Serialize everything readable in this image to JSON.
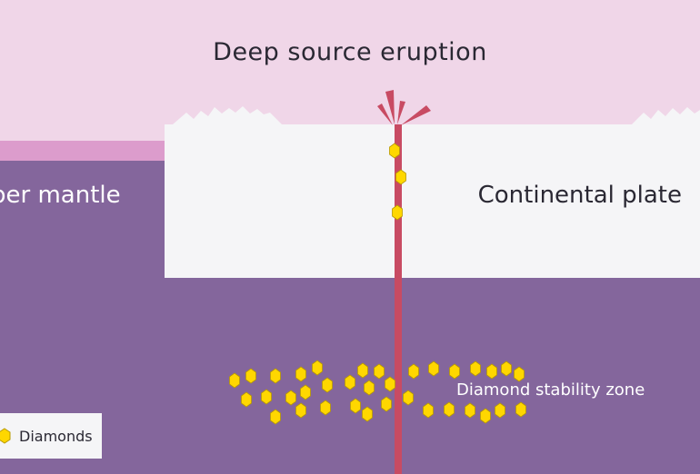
{
  "title": "Deep source eruption",
  "labels": {
    "mantle": "per mantle",
    "plate": "Continental plate",
    "zone": "Diamond stability zone"
  },
  "legend": {
    "diamonds": "Diamonds"
  },
  "colors": {
    "sky": "#f0d6e8",
    "mantle": "#84669c",
    "oceanic_crust": "#dc9ccc",
    "plate": "#f5f5f7",
    "eruption": "#c84b63",
    "diamond_fill": "#ffd700",
    "diamond_stroke": "#b89a00",
    "text_dark": "#2a2833",
    "text_light": "#ffffff"
  },
  "icons": [
    "diamond-icon",
    "eruption-burst-icon"
  ]
}
